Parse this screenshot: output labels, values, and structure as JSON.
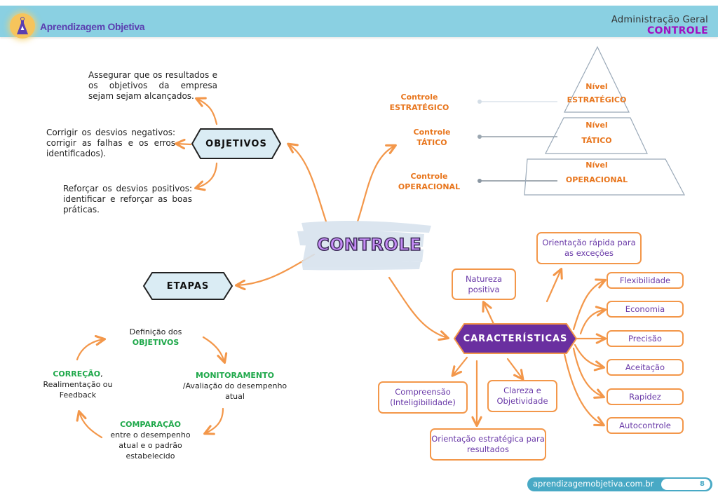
{
  "header": {
    "brand": "Aprendizagem Objetiva",
    "subject": "Administração Geral",
    "topic": "CONTROLE",
    "logo_icon": "flask-logo-icon"
  },
  "center": {
    "title": "CONTROLE"
  },
  "objetivos": {
    "label": "OBJETIVOS",
    "items": [
      "Assegurar que os resultados e os objetivos da empresa sejam sejam alcançados.",
      "Corrigir os desvios negativos: corrigir as falhas e os erros identificados).",
      "Reforçar os desvios positivos: identificar e reforçar as boas práticas."
    ]
  },
  "levels": {
    "controls": [
      {
        "line1": "Controle",
        "line2": "ESTRATÉGICO"
      },
      {
        "line1": "Controle",
        "line2": "TÁTICO"
      },
      {
        "line1": "Controle",
        "line2": "OPERACIONAL"
      }
    ],
    "pyramid": [
      {
        "line1": "Nível",
        "line2": "ESTRATÉGICO"
      },
      {
        "line1": "Nível",
        "line2": "TÁTICO"
      },
      {
        "line1": "Nível",
        "line2": "OPERACIONAL"
      }
    ]
  },
  "etapas": {
    "label": "ETAPAS",
    "steps": [
      {
        "pre": "Definição dos",
        "highlight": "OBJETIVOS",
        "post": ""
      },
      {
        "pre": "",
        "highlight": "MONITORAMENTO",
        "post": "/Avaliação do desempenho atual"
      },
      {
        "pre": "",
        "highlight": "COMPARAÇÃO",
        "post": "entre o desempenho atual e o padrão estabelecido"
      },
      {
        "pre": "",
        "highlight": "CORREÇÃO",
        "post": "Realimentação ou Feedback"
      }
    ]
  },
  "caracteristicas": {
    "label": "CARACTERÍSTICAS",
    "items": [
      "Natureza positiva",
      "Orientação rápida para as exceções",
      "Flexibilidade",
      "Economia",
      "Precisão",
      "Aceitação",
      "Rapidez",
      "Autocontrole",
      "Compreensão (Inteligibilidade)",
      "Clareza e Objetividade",
      "Orientação estratégica para resultados"
    ]
  },
  "footer": {
    "url": "aprendizagemobjetiva.com.br",
    "page": "8"
  },
  "colors": {
    "header_bg": "#8ad0e2",
    "brand": "#5b3fb0",
    "topic": "#a010c0",
    "arrow": "#f3974a",
    "level_text": "#e8761e",
    "stage_green": "#1ea84a",
    "char_node": "#6a2fa0",
    "char_text": "#6a3aa8",
    "footer_bg": "#48a9c5"
  }
}
